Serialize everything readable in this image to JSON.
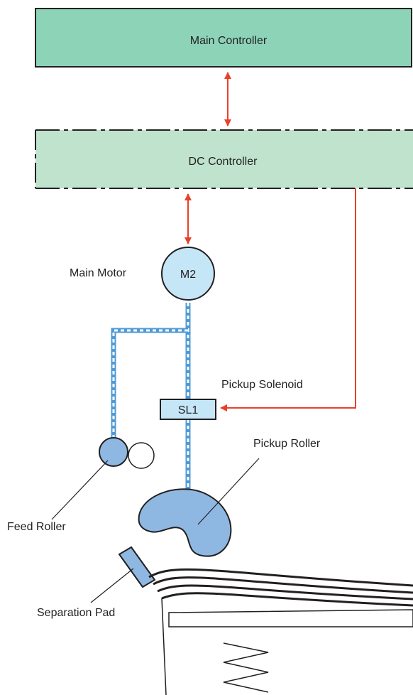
{
  "labels": {
    "main_controller": "Main Controller",
    "dc_controller": "DC Controller",
    "main_motor": "Main Motor",
    "motor_id": "M2",
    "pickup_solenoid": "Pickup Solenoid",
    "solenoid_id": "SL1",
    "pickup_roller": "Pickup Roller",
    "feed_roller": "Feed Roller",
    "separation_pad": "Separation Pad"
  },
  "colors": {
    "main_controller_fill": "#8dd3b8",
    "dc_controller_fill": "#bfe3cc",
    "motor_fill": "#c5e6f7",
    "roller_fill": "#8eb8e1",
    "shaft_blue": "#4f9ad4",
    "signal_red": "#e8412b",
    "line_dark": "#231f20"
  }
}
